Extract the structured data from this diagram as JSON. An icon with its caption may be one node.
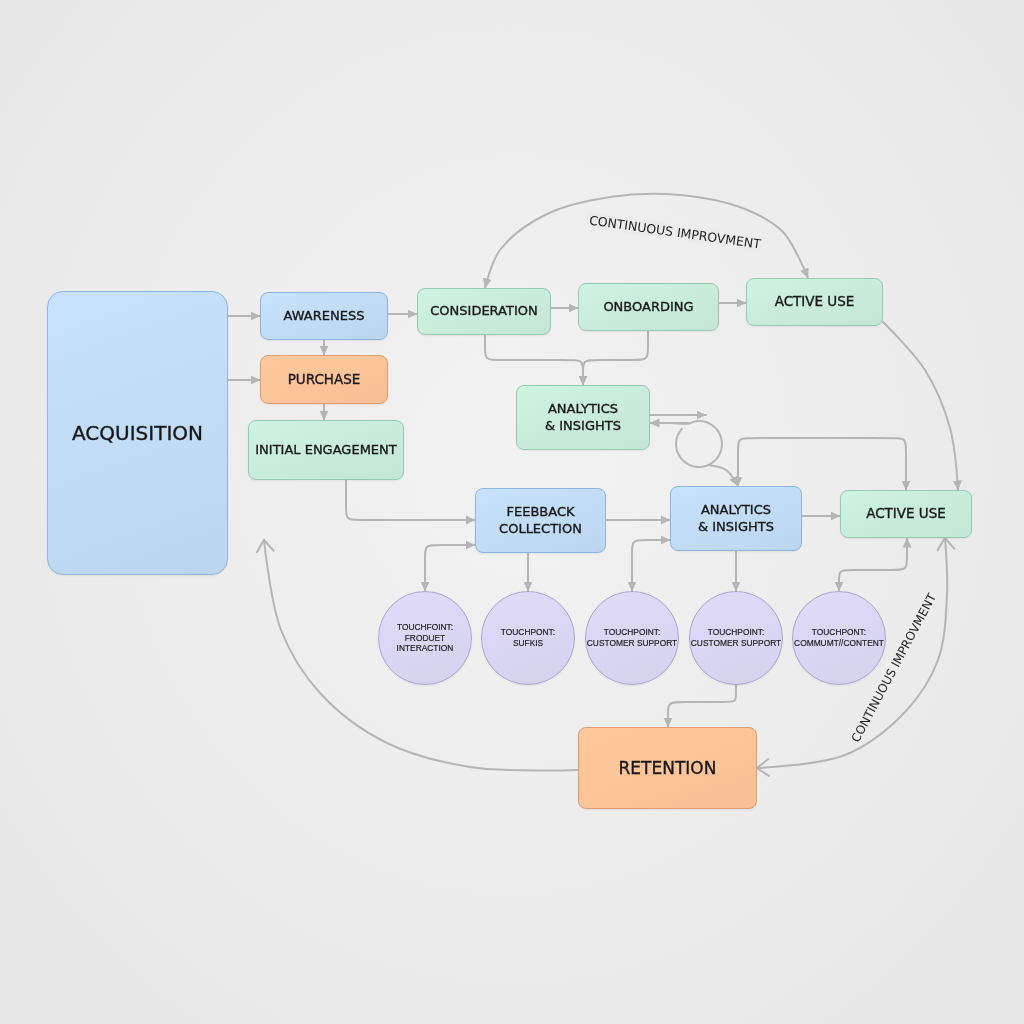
{
  "diagram": {
    "nodes": [
      {
        "text": [
          "ACQUISITION"
        ]
      },
      {
        "text": [
          "AWARENESS"
        ]
      },
      {
        "text": [
          "PURCHASE"
        ]
      },
      {
        "text": [
          "INITIAL ENGAGEMENT"
        ]
      },
      {
        "text": [
          "CONSIDERATION"
        ]
      },
      {
        "text": [
          "ONBOARDING"
        ]
      },
      {
        "text": [
          "ACTIVE USE"
        ]
      },
      {
        "text": [
          "ANALYTICS & INSIGHTS"
        ]
      },
      {
        "text": [
          "FEEBBACK COLLECTION"
        ]
      },
      {
        "text": [
          "ANALYTICS & INSIGHTS"
        ]
      },
      {
        "text": [
          "ACTIVE USE"
        ]
      },
      {
        "text": [
          "TOUCHFOINT: FRODUET INTERACTION"
        ]
      },
      {
        "text": [
          "TOUCHPONT: SUFKIS"
        ]
      },
      {
        "text": [
          "TOUCHPOINT: CUSTOMER SUPPORT"
        ]
      },
      {
        "text": [
          "TOUCHPOINT: CUSTOMER SUPPORT"
        ]
      },
      {
        "text": [
          "TOUCHPONT: COMMUMT//CONTENT"
        ]
      },
      {
        "text": [
          "RETENTION"
        ]
      }
    ],
    "edges": [
      {
        "from": 0,
        "to": 1,
        "arrow": "to"
      },
      {
        "from": 0,
        "to": 2,
        "arrow": "to"
      },
      {
        "from": 1,
        "to": 2,
        "arrow": "to"
      },
      {
        "from": 2,
        "to": 3,
        "arrow": "to"
      },
      {
        "from": 1,
        "to": 4,
        "arrow": "to"
      },
      {
        "from": 4,
        "to": 5,
        "arrow": "to"
      },
      {
        "from": 5,
        "to": 6,
        "arrow": "to"
      },
      {
        "from": 4,
        "to": 7,
        "arrow": "to"
      },
      {
        "from": 5,
        "to": 7,
        "arrow": "to"
      },
      {
        "from": 7,
        "to": null,
        "arrow": "to"
      },
      {
        "from": null,
        "to": 7,
        "arrow": "to"
      },
      {
        "from": 7,
        "to": 9,
        "arrow": "to"
      },
      {
        "from": 3,
        "to": 8,
        "arrow": "to"
      },
      {
        "from": 8,
        "to": 9,
        "arrow": "to"
      },
      {
        "from": 9,
        "to": 10,
        "arrow": "to"
      },
      {
        "from": 9,
        "to": 10,
        "arrow": "both"
      },
      {
        "from": 6,
        "to": 10,
        "arrow": "to"
      },
      {
        "from": 8,
        "to": 11,
        "arrow": "both"
      },
      {
        "from": 8,
        "to": 12,
        "arrow": "to"
      },
      {
        "from": 9,
        "to": 13,
        "arrow": "both"
      },
      {
        "from": 9,
        "to": 14,
        "arrow": "to"
      },
      {
        "from": 10,
        "to": 15,
        "arrow": "both"
      },
      {
        "from": 14,
        "to": 16,
        "arrow": "to"
      },
      {
        "from": 4,
        "to": 6,
        "arrow": "both",
        "label": "CONTINUOUS IMPROVMENT"
      },
      {
        "from": 16,
        "to": null,
        "arrow": "to"
      },
      {
        "from": 16,
        "to": 10,
        "arrow": "both",
        "label": "CONTINUOUS IMPROVMENT"
      }
    ]
  }
}
